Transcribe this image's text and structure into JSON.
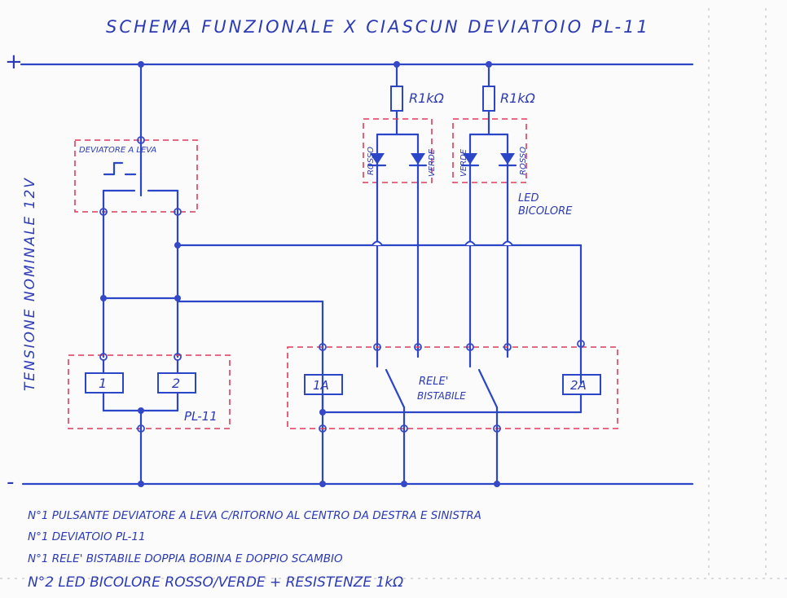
{
  "diagram": {
    "title": "SCHEMA FUNZIONALE X CIASCUN DEVIATOIO PL-11",
    "rails": {
      "plus": "+",
      "minus": "-"
    },
    "voltage_label": "TENSIONE NOMINALE 12V",
    "switch_label": "DEVIATORE A LEVA",
    "resistors": [
      "R1kΩ",
      "R1kΩ"
    ],
    "led_left": {
      "a": "ROSSO",
      "b": "VERDE"
    },
    "led_right": {
      "a": "VERDE",
      "b": "ROSSO"
    },
    "led_caption": [
      "LED",
      "BICOLORE"
    ],
    "pl_buttons": [
      "1",
      "2"
    ],
    "pl_label": "PL-11",
    "relay_coils": [
      "1A",
      "2A"
    ],
    "relay_label": [
      "RELE'",
      "BISTABILE"
    ],
    "notes": [
      "N°1   PULSANTE DEVIATORE A LEVA C/RITORNO AL CENTRO DA DESTRA E SINISTRA",
      "N°1   DEVIATOIO PL-11",
      "N°1   RELE' BISTABILE DOPPIA BOBINA E DOPPIO SCAMBIO",
      "N°2   LED   BICOLORE   ROSSO/VERDE  +  RESISTENZE  1kΩ"
    ]
  }
}
